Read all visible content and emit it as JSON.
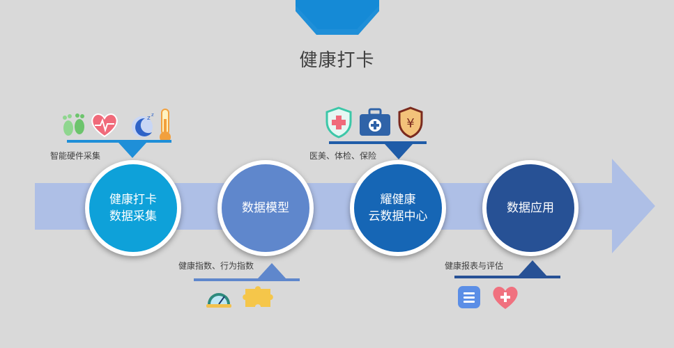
{
  "header": {
    "title": "健康打卡"
  },
  "nodes": [
    {
      "label": "健康打卡\n数据采集",
      "color": "#0ea1d9"
    },
    {
      "label": "数据模型",
      "color": "#5f87cc"
    },
    {
      "label": "耀健康\n云数据中心",
      "color": "#1666b5"
    },
    {
      "label": "数据应用",
      "color": "#275195"
    }
  ],
  "callouts": {
    "c1": "智能硬件采集",
    "c2": "健康指数、行为指数",
    "c3": "医美、体检、保险",
    "c4": "健康报表与评估"
  },
  "colors": {
    "background": "#d9d9d9",
    "arrow": "#aebfe6",
    "accent_dark": "#1f5ca8"
  },
  "icons": [
    "footprint-icon",
    "heart-rate-icon",
    "moon-sleep-icon",
    "thermometer-icon",
    "gauge-icon",
    "puzzle-icon",
    "shield-plus-icon",
    "medical-kit-icon",
    "yuan-shield-icon",
    "report-list-icon",
    "heart-plus-icon"
  ]
}
